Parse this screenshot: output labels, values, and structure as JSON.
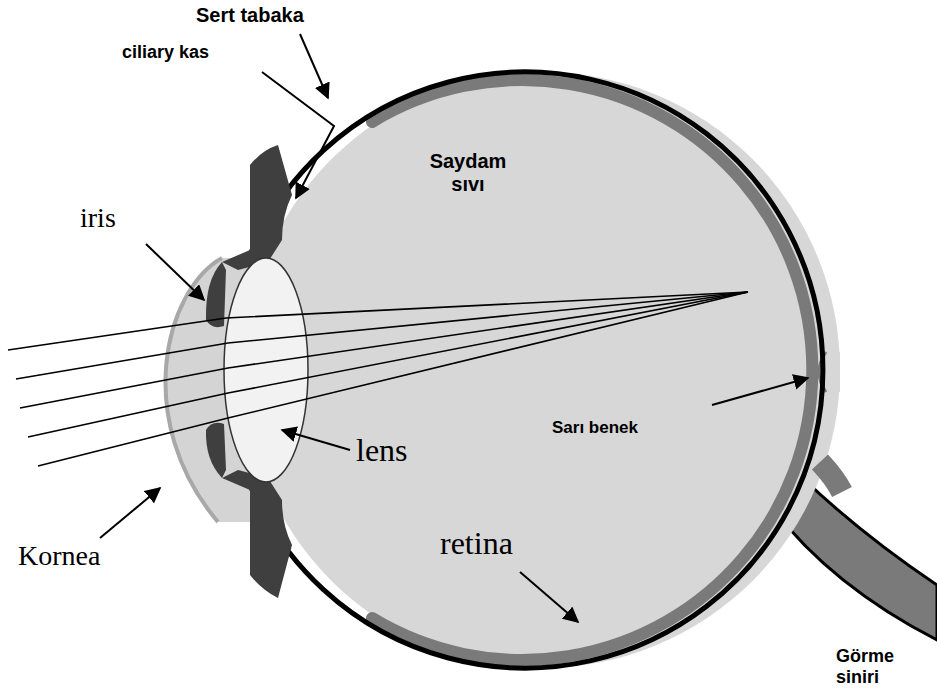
{
  "diagram": {
    "labels": [
      "Sert tabaka",
      "ciliary kas",
      "Saydam sıvı",
      "iris",
      "lens",
      "Sarı benek",
      "Kornea",
      "retina",
      "Görme siniri"
    ]
  }
}
